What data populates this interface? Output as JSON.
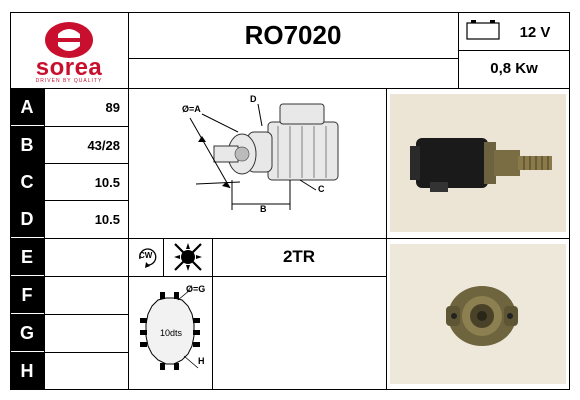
{
  "brand": {
    "name": "sorea",
    "tagline": "DRIVEN BY QUALITY",
    "color": "#c8102e"
  },
  "header": {
    "part_number": "RO7020",
    "voltage": "12 V",
    "power": "0,8 Kw"
  },
  "dimensions": [
    {
      "label": "A",
      "value": "89"
    },
    {
      "label": "B",
      "value": "43/28"
    },
    {
      "label": "C",
      "value": "10.5"
    },
    {
      "label": "D",
      "value": "10.5"
    },
    {
      "label": "E",
      "value": ""
    },
    {
      "label": "F",
      "value": ""
    },
    {
      "label": "G",
      "value": ""
    },
    {
      "label": "H",
      "value": ""
    }
  ],
  "diagram": {
    "label_diameter_a": "Ø=A",
    "label_b": "B",
    "label_c": "C",
    "label_d": "D"
  },
  "rotation": {
    "direction": "CW",
    "code": "2TR"
  },
  "pinion": {
    "label_diameter_g": "Ø=G",
    "teeth": "10dts",
    "label_h": "H"
  }
}
